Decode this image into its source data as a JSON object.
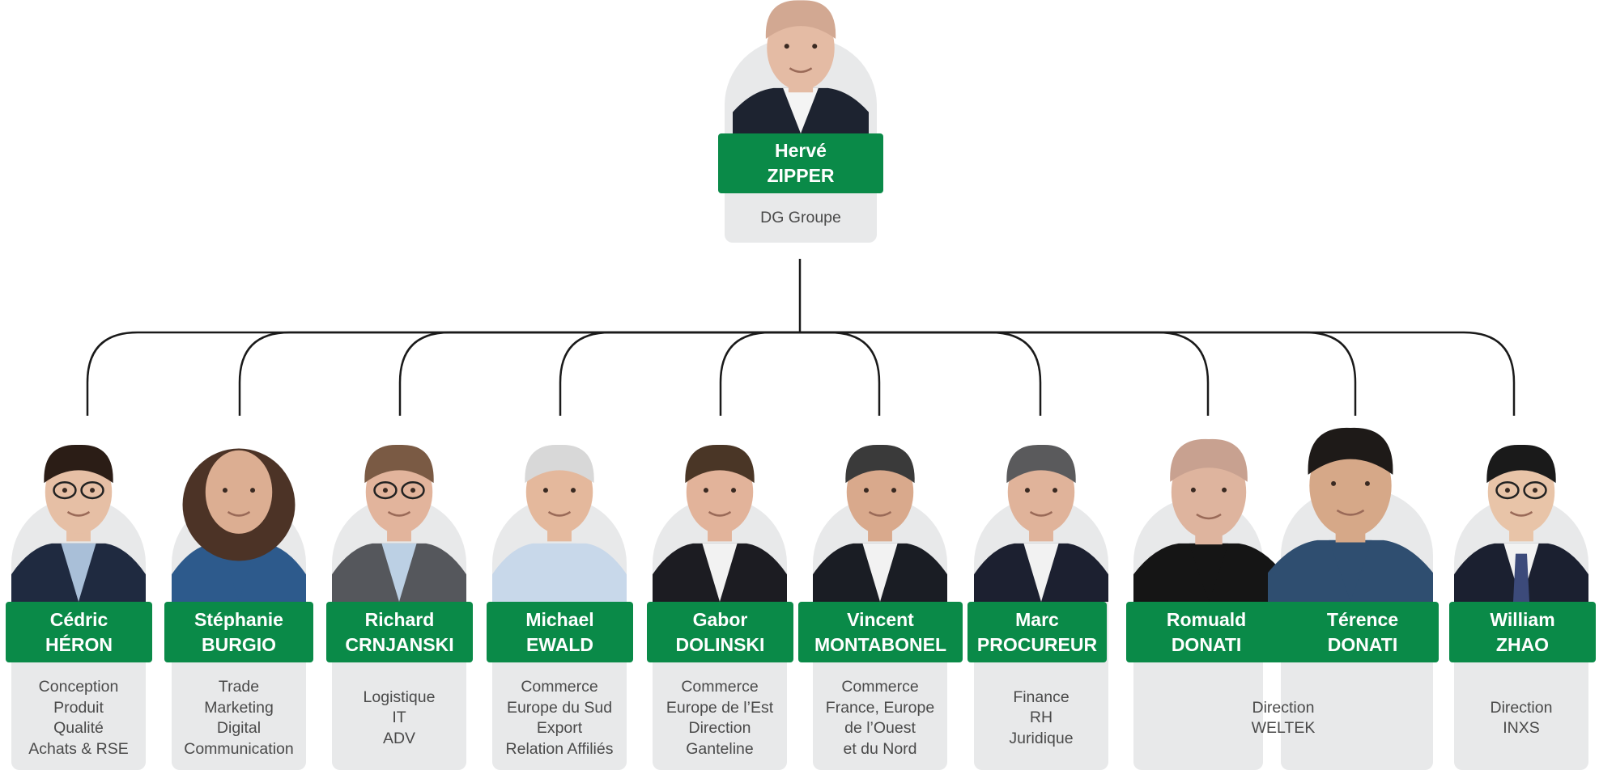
{
  "colors": {
    "accent": "#0a8a48",
    "card_bg": "#e8e9ea",
    "line": "#1a1a1a",
    "role_text": "#4a4a4a"
  },
  "ceo": {
    "first": "Hervé",
    "last": "ZIPPER",
    "role": "DG Groupe",
    "bg": "#ffffff",
    "skin": "#e4bba4",
    "hair": "#d2a892",
    "shirt": "#f4f4f4",
    "jacket": "#1d2330"
  },
  "members": [
    {
      "id": "cedric-heron",
      "first": "Cédric",
      "last": "HÉRON",
      "role": [
        "Conception",
        "Produit",
        "Qualité",
        "Achats & RSE"
      ],
      "bg": "#ffffff",
      "skin": "#e6bfa5",
      "hair": "#2b1d16",
      "shirt": "#a9bfd8",
      "jacket": "#1f2a40",
      "glasses": true
    },
    {
      "id": "stephanie-burgio",
      "first": "Stéphanie",
      "last": "BURGIO",
      "role": [
        "Trade",
        "Marketing",
        "Digital",
        "Communication"
      ],
      "bg": "#ffffff",
      "skin": "#dcae92",
      "hair": "#4c3326",
      "shirt": "#2d5a8c",
      "jacket": "#2d5a8c",
      "curly": true
    },
    {
      "id": "richard-crnjanski",
      "first": "Richard",
      "last": "CRNJANSKI",
      "role": [
        "Logistique",
        "IT",
        "ADV"
      ],
      "bg": "#e8e9ea",
      "skin": "#e2b49c",
      "hair": "#7a5a44",
      "shirt": "#bcd0e4",
      "jacket": "#55575c",
      "glasses": true
    },
    {
      "id": "michael-ewald",
      "first": "Michael",
      "last": "EWALD",
      "role": [
        "Commerce",
        "Europe du Sud",
        "Export",
        "Relation Affiliés"
      ],
      "bg": "#ffffff",
      "skin": "#e4b89c",
      "hair": "#d8d8d8",
      "shirt": "#c8d8ea",
      "jacket": "#c8d8ea"
    },
    {
      "id": "gabor-dolinski",
      "first": "Gabor",
      "last": "DOLINSKI",
      "role": [
        "Commerce",
        "Europe de l’Est",
        "Direction",
        "Ganteline"
      ],
      "bg": "#ffffff",
      "skin": "#e2b39a",
      "hair": "#4a3626",
      "shirt": "#f2f2f2",
      "jacket": "#1c1c22"
    },
    {
      "id": "vincent-montabonel",
      "first": "Vincent",
      "last": "MONTABONEL",
      "role": [
        "Commerce",
        "France, Europe",
        "de l’Ouest",
        "et du Nord"
      ],
      "bg": "#ffffff",
      "skin": "#d9a98c",
      "hair": "#3a3a3a",
      "shirt": "#f2f2f2",
      "jacket": "#1a1d24"
    },
    {
      "id": "marc-procureur",
      "first": "Marc",
      "last": "PROCUREUR",
      "role": [
        "Finance",
        "RH",
        "Juridique"
      ],
      "bg": "#ffffff",
      "skin": "#e0b39a",
      "hair": "#5a5a5c",
      "shirt": "#f2f2f2",
      "jacket": "#1c2030"
    },
    {
      "id": "romuald-donati",
      "first": "Romuald",
      "last": "DONATI",
      "bg": "#ffffff",
      "skin": "#deb49e",
      "hair": "#c8a190",
      "shirt": "#151515",
      "jacket": "#151515"
    },
    {
      "id": "terence-donati",
      "first": "Térence",
      "last": "DONATI",
      "bg": "#ffffff",
      "skin": "#d6a888",
      "hair": "#1e1a18",
      "shirt": "#2f4e70",
      "jacket": "#2f4e70"
    },
    {
      "id": "william-zhao",
      "first": "William",
      "last": "ZHAO",
      "role": [
        "Direction",
        "INXS"
      ],
      "bg": "#ffffff",
      "skin": "#e8c4a8",
      "hair": "#1a1a1a",
      "shirt": "#f2f2f2",
      "jacket": "#1b2030",
      "glasses": true,
      "tie": "#3c4a7a"
    }
  ],
  "shared_role": {
    "members": [
      "romuald-donati",
      "terence-donati"
    ],
    "role": [
      "Direction",
      "WELTEK"
    ]
  }
}
